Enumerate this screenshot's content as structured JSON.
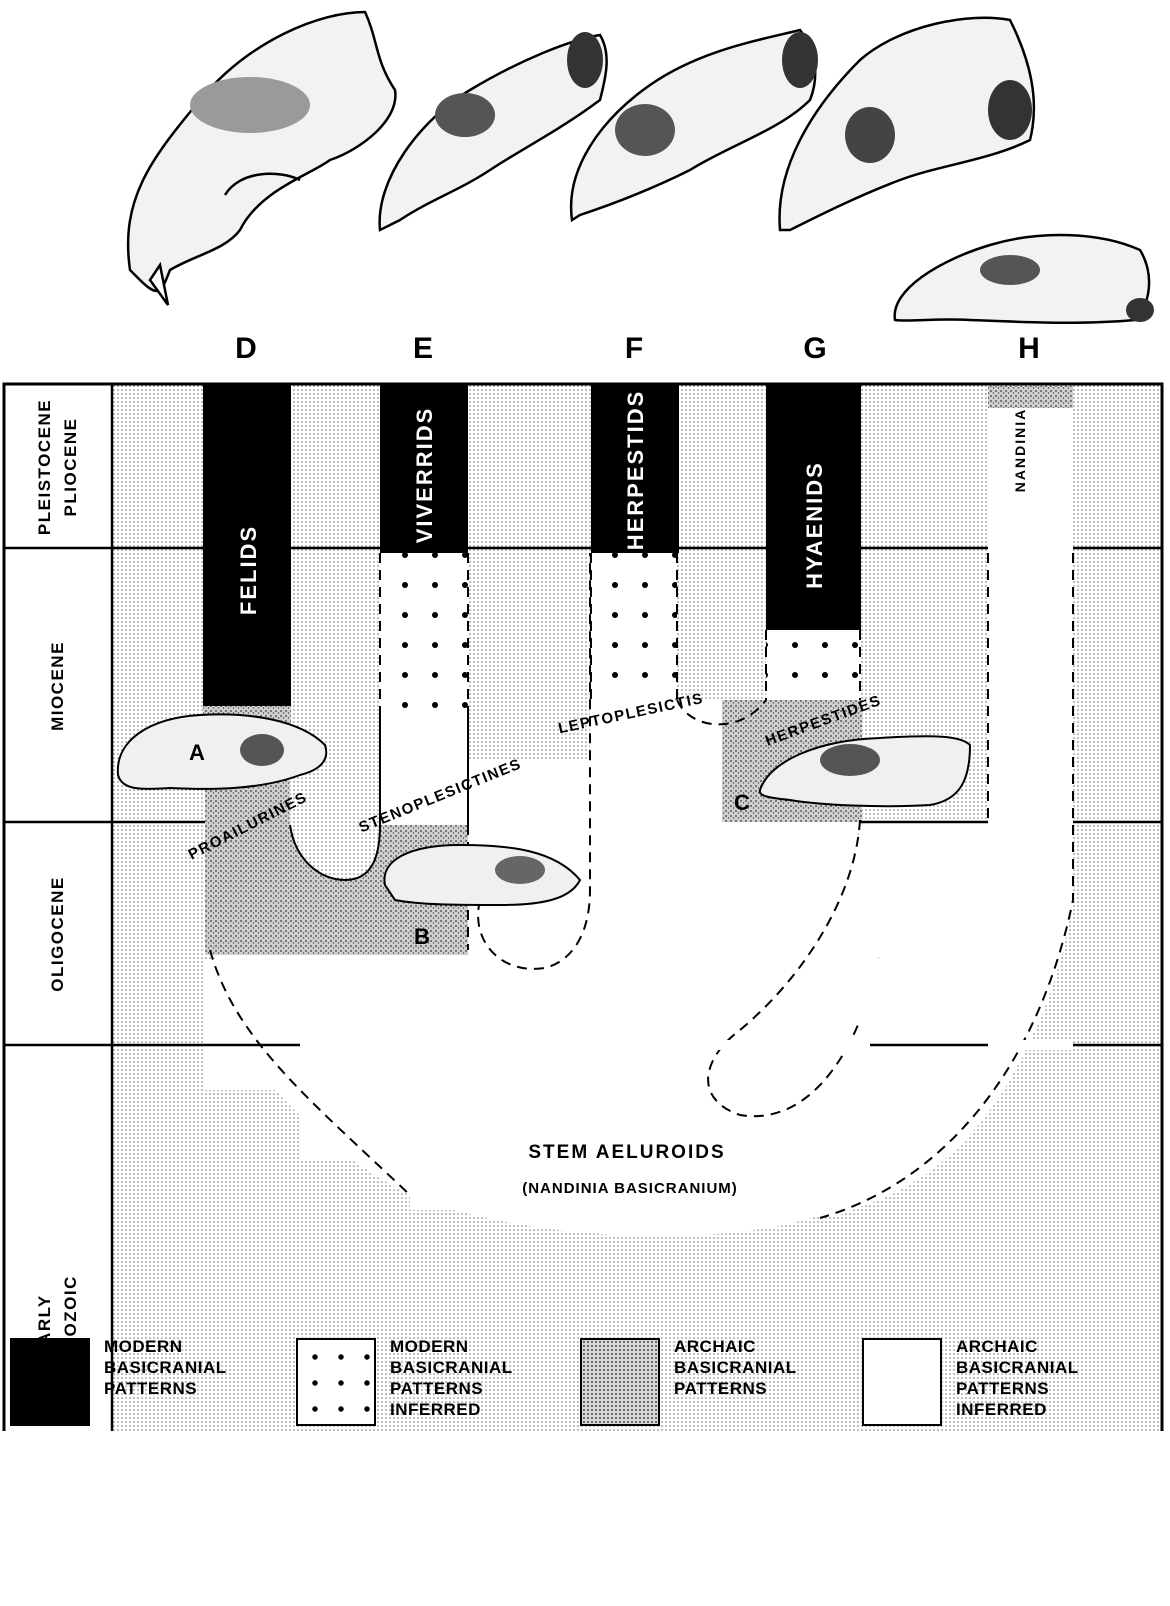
{
  "columns": [
    "D",
    "E",
    "F",
    "G",
    "H"
  ],
  "epochs": [
    {
      "label": "PLEISTOCENE\nPLIOCENE"
    },
    {
      "label": "MIOCENE"
    },
    {
      "label": "OLIGOCENE"
    },
    {
      "label": "EARLY\nCENOZOIC"
    }
  ],
  "families": {
    "felids": "FELIDS",
    "viverrids": "VIVERRIDS",
    "herpestids": "HERPESTIDS",
    "hyaenids": "HYAENIDS",
    "nandinia": "NANDINIA"
  },
  "groups": {
    "proailurines": "PROAILURINES",
    "stenoplesictines": "STENOPLESICTINES",
    "leptoplesictis": "LEPTOPLESICTIS",
    "herpestides": "HERPESTIDES",
    "stem_title": "STEM AELUROIDS",
    "stem_subtitle": "(NANDINIA BASICRANIUM)"
  },
  "skull_labels": {
    "a": "A",
    "b": "B",
    "c": "C"
  },
  "legend": [
    {
      "label": "MODERN\nBASICRANIAL\nPATTERNS",
      "pattern": "black"
    },
    {
      "label": "MODERN\nBASICRANIAL\nPATTERNS\nINFERRED",
      "pattern": "dots"
    },
    {
      "label": "ARCHAIC\nBASICRANIAL\nPATTERNS",
      "pattern": "stipple"
    },
    {
      "label": "ARCHAIC\nBASICRANIAL\nPATTERNS\nINFERRED",
      "pattern": "white"
    }
  ],
  "colors": {
    "ink": "#000000",
    "paper": "#ffffff",
    "stipple": "#d9d9d9"
  }
}
